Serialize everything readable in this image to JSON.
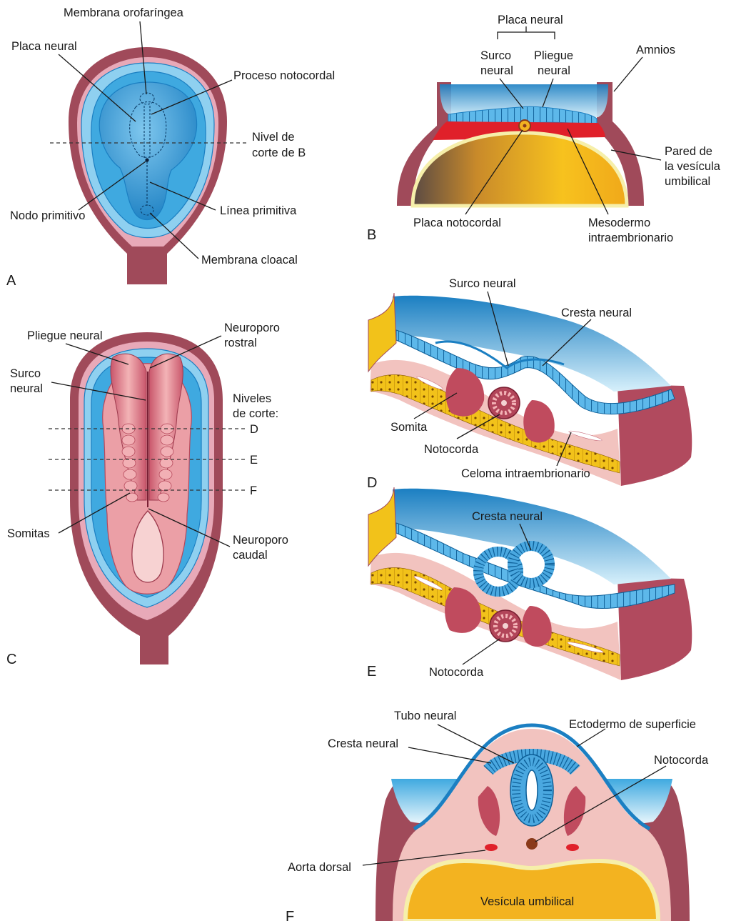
{
  "colors": {
    "rim": "#a04a5a",
    "pink": "#e8a9b8",
    "blue_light": "#8fd0f0",
    "blue": "#3fa9e0",
    "blue_dark": "#1b7fc2",
    "yolk": "#f3b320",
    "red": "#e0202a",
    "tissue": "#f2c3bf",
    "somite": "#c04b5e",
    "cell_yellow": "#f2c21a"
  },
  "panels": {
    "A": {
      "letter": "A",
      "labels": {
        "orofaringea": "Membrana orofaríngea",
        "placa_neural": "Placa neural",
        "proceso_notocordal": "Proceso notocordal",
        "nivel_corte_l1": "Nivel de",
        "nivel_corte_l2": "corte de B",
        "nodo_primitivo": "Nodo primitivo",
        "linea_primitiva": "Línea primitiva",
        "membrana_cloacal": "Membrana cloacal"
      }
    },
    "B": {
      "letter": "B",
      "labels": {
        "placa_neural": "Placa neural",
        "surco_l1": "Surco",
        "surco_l2": "neural",
        "pliegue_l1": "Pliegue",
        "pliegue_l2": "neural",
        "amnios": "Amnios",
        "pared_l1": "Pared de",
        "pared_l2": "la vesícula",
        "pared_l3": "umbilical",
        "placa_notocordal": "Placa notocordal",
        "mesodermo_l1": "Mesodermo",
        "mesodermo_l2": "intraembrionario"
      }
    },
    "C": {
      "letter": "C",
      "labels": {
        "pliegue_neural": "Pliegue neural",
        "neuroporo_rostral_l1": "Neuroporo",
        "neuroporo_rostral_l2": "rostral",
        "surco_l1": "Surco",
        "surco_l2": "neural",
        "niveles_l1": "Niveles",
        "niveles_l2": "de corte:",
        "cut_d": "D",
        "cut_e": "E",
        "cut_f": "F",
        "somitas": "Somitas",
        "neuroporo_caudal_l1": "Neuroporo",
        "neuroporo_caudal_l2": "caudal"
      }
    },
    "D": {
      "letter": "D",
      "labels": {
        "surco_neural": "Surco neural",
        "cresta_neural": "Cresta neural",
        "somita": "Somita",
        "notocorda": "Notocorda",
        "celoma": "Celoma intraembrionario"
      }
    },
    "E": {
      "letter": "E",
      "labels": {
        "cresta_neural": "Cresta neural",
        "notocorda": "Notocorda"
      }
    },
    "F": {
      "letter": "F",
      "labels": {
        "tubo_neural": "Tubo neural",
        "ectodermo": "Ectodermo de superficie",
        "cresta_neural": "Cresta neural",
        "notocorda": "Notocorda",
        "aorta_dorsal": "Aorta dorsal",
        "vesicula_umbilical": "Vesícula umbilical"
      }
    }
  }
}
